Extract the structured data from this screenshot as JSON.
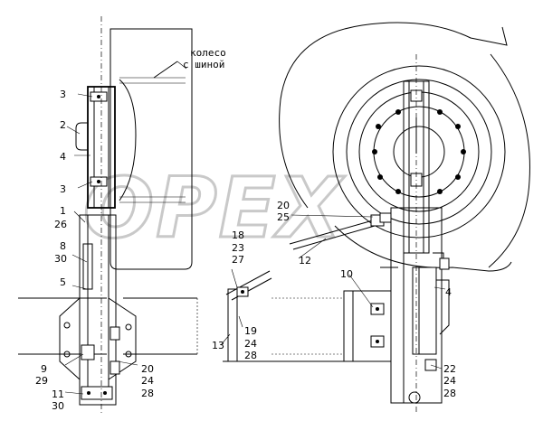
{
  "watermark": "OPEX",
  "caption": {
    "line1": "колесо",
    "line2": "с шиной"
  },
  "callouts": {
    "c3a": "3",
    "c2": "2",
    "c4a": "4",
    "c3b": "3",
    "c1": "1",
    "c26": "26",
    "c8": "8",
    "c30a": "30",
    "c5": "5",
    "c9": "9",
    "c29": "29",
    "c11": "11",
    "c30b": "30",
    "c20a": "20",
    "c24a": "24",
    "c28a": "28",
    "c18": "18",
    "c23": "23",
    "c27": "27",
    "c13": "13",
    "c19": "19",
    "c24b": "24",
    "c28b": "28",
    "c20b": "20",
    "c25": "25",
    "c12": "12",
    "c10": "10",
    "c4b": "4",
    "c22": "22",
    "c24c": "24",
    "c28c": "28"
  }
}
